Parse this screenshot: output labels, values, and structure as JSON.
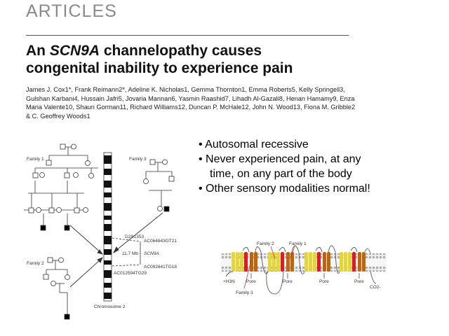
{
  "header": {
    "section": "ARTICLES"
  },
  "paper": {
    "title_prefix": "An ",
    "title_gene": "SCN9A",
    "title_line1_rest": " channelopathy causes",
    "title_line2": "congenital inability to experience pain",
    "authors": "James J. Cox1*, Frank Reimann2*, Adeline K. Nicholas1, Gemma Thornton1, Emma Roberts5, Kelly Springell3, Gulshan Karbani4, Hussain Jafri5, Jovaria Mannan6, Yasmin Raashid7, Lihadh Al-Gazali8, Henan Hamamy9, Enza Maria Valente10, Shaun Gorman11, Richard Williams12, Duncan P. McHale12, John N. Wood13, Fiona M. Gribble2 & C. Geoffrey Woods1"
  },
  "bullets": [
    "• Autosomal recessive",
    "• Never experienced pain, at any",
    "time, on any part of the body",
    "• Other sensory modalities normal!"
  ],
  "pedigree": {
    "family1": "Family 1",
    "family2": "Family 2",
    "family3": "Family 3",
    "chromosome": "Chromosome 2",
    "markers": {
      "d2s": "D2S1353",
      "ac1": "AC064843GT21",
      "mb": "11.7 Mb",
      "gene": "SCN9A",
      "ac2": "AC092641TG18",
      "ac3": "AC012594TG29"
    }
  },
  "channel": {
    "family2": "Family 2",
    "family1": "Family 1",
    "family3": "Family 3",
    "nterm": "+H3N",
    "cterm": "CO2-",
    "pore": "Pore"
  }
}
